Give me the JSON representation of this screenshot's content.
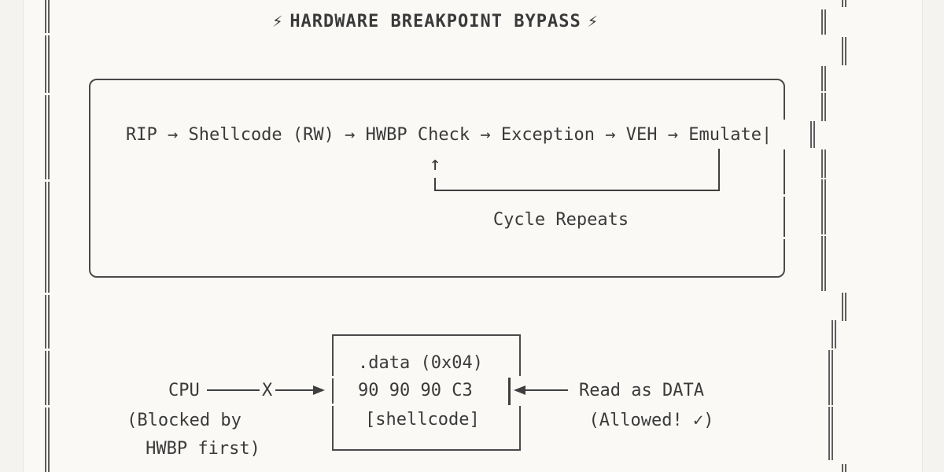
{
  "colors": {
    "background": "#faf9f6",
    "ink": "#3a3a3a",
    "box_border": "#4a4a4a",
    "rail": "#5e5e5e"
  },
  "icons": {
    "bolt": "⚡",
    "up_arrow": "↑",
    "check": "✓"
  },
  "title": "HARDWARE BREAKPOINT BYPASS",
  "flow": {
    "chain": "RIP → Shellcode (RW) → HWBP Check → Exception → VEH → Emulate|",
    "loop_label": "Cycle Repeats"
  },
  "memory": {
    "line1": ".data (0x04)",
    "line2": "90 90 90 C3",
    "line3": "[shellcode]"
  },
  "cpu": {
    "label": "CPU",
    "x_mark": "X",
    "note1": "(Blocked by",
    "note2": "HWBP first)"
  },
  "read": {
    "label": "Read as DATA",
    "note": "(Allowed! ✓)"
  }
}
